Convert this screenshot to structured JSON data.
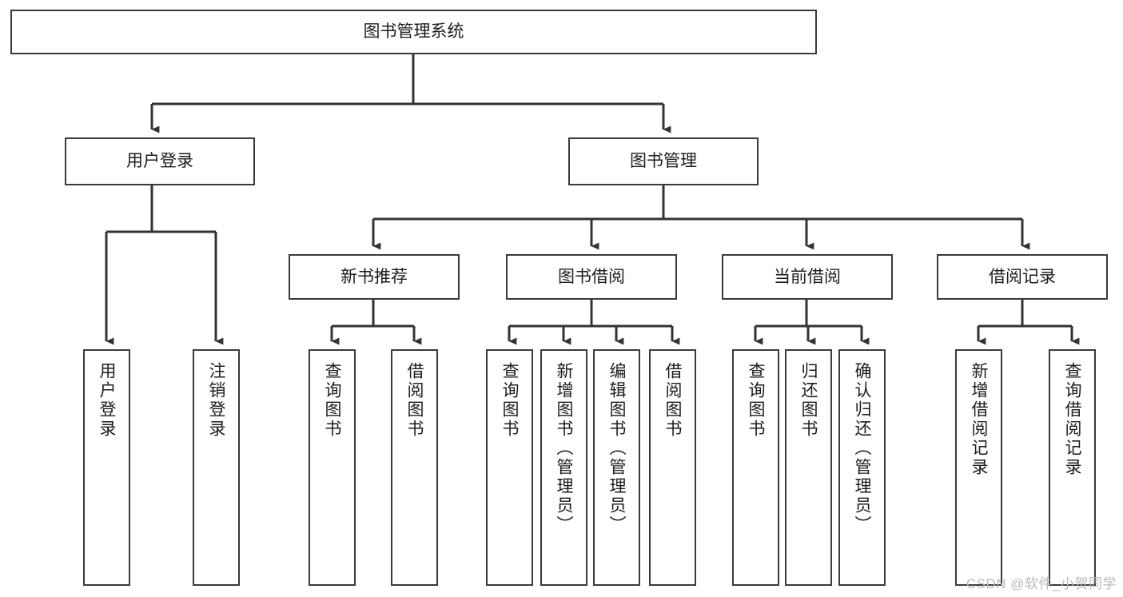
{
  "diagram": {
    "type": "tree-hierarchy",
    "title": "图书管理系统",
    "nodes": {
      "root": {
        "label": "图书管理系统",
        "level": 1,
        "orientation": "horizontal"
      },
      "user_login": {
        "label": "用户登录",
        "level": 2,
        "orientation": "horizontal"
      },
      "book_manage": {
        "label": "图书管理",
        "level": 2,
        "orientation": "horizontal"
      },
      "new_book_rec": {
        "label": "新书推荐",
        "level": 3,
        "orientation": "horizontal"
      },
      "book_borrow": {
        "label": "图书借阅",
        "level": 3,
        "orientation": "horizontal"
      },
      "current_borrow": {
        "label": "当前借阅",
        "level": 3,
        "orientation": "horizontal"
      },
      "borrow_record": {
        "label": "借阅记录",
        "level": 3,
        "orientation": "horizontal"
      },
      "leaf_user_login": {
        "label": "用户登录",
        "level": 4,
        "orientation": "vertical"
      },
      "leaf_logout": {
        "label": "注销登录",
        "level": 4,
        "orientation": "vertical"
      },
      "leaf_query_book_1": {
        "label": "查询图书",
        "level": 4,
        "orientation": "vertical"
      },
      "leaf_borrow_book_1": {
        "label": "借阅图书",
        "level": 4,
        "orientation": "vertical"
      },
      "leaf_query_book_2": {
        "label": "查询图书",
        "level": 4,
        "orientation": "vertical"
      },
      "leaf_add_book": {
        "label": "新增图书（管理员）",
        "level": 4,
        "orientation": "vertical"
      },
      "leaf_edit_book": {
        "label": "编辑图书（管理员）",
        "level": 4,
        "orientation": "vertical"
      },
      "leaf_borrow_book_2": {
        "label": "借阅图书",
        "level": 4,
        "orientation": "vertical"
      },
      "leaf_query_book_3": {
        "label": "查询图书",
        "level": 4,
        "orientation": "vertical"
      },
      "leaf_return_book": {
        "label": "归还图书",
        "level": 4,
        "orientation": "vertical"
      },
      "leaf_confirm_return": {
        "label": "确认归还（管理员）",
        "level": 4,
        "orientation": "vertical"
      },
      "leaf_add_record": {
        "label": "新增借阅记录",
        "level": 4,
        "orientation": "vertical"
      },
      "leaf_query_record": {
        "label": "查询借阅记录",
        "level": 4,
        "orientation": "vertical"
      }
    },
    "edges": [
      {
        "from": "root",
        "to": "user_login"
      },
      {
        "from": "root",
        "to": "book_manage"
      },
      {
        "from": "user_login",
        "to": "leaf_user_login"
      },
      {
        "from": "user_login",
        "to": "leaf_logout"
      },
      {
        "from": "book_manage",
        "to": "new_book_rec"
      },
      {
        "from": "book_manage",
        "to": "book_borrow"
      },
      {
        "from": "book_manage",
        "to": "current_borrow"
      },
      {
        "from": "book_manage",
        "to": "borrow_record"
      },
      {
        "from": "new_book_rec",
        "to": "leaf_query_book_1"
      },
      {
        "from": "new_book_rec",
        "to": "leaf_borrow_book_1"
      },
      {
        "from": "book_borrow",
        "to": "leaf_query_book_2"
      },
      {
        "from": "book_borrow",
        "to": "leaf_add_book"
      },
      {
        "from": "book_borrow",
        "to": "leaf_edit_book"
      },
      {
        "from": "book_borrow",
        "to": "leaf_borrow_book_2"
      },
      {
        "from": "current_borrow",
        "to": "leaf_query_book_3"
      },
      {
        "from": "current_borrow",
        "to": "leaf_return_book"
      },
      {
        "from": "current_borrow",
        "to": "leaf_confirm_return"
      },
      {
        "from": "borrow_record",
        "to": "leaf_add_record"
      },
      {
        "from": "borrow_record",
        "to": "leaf_query_record"
      }
    ]
  },
  "colors": {
    "border": "#3a3a3a",
    "connector": "#333333",
    "background": "#ffffff",
    "text": "#1c1c1c",
    "watermark": "#b9b9b9"
  },
  "watermark": {
    "text": "CSDN @软件_小贺同学"
  }
}
